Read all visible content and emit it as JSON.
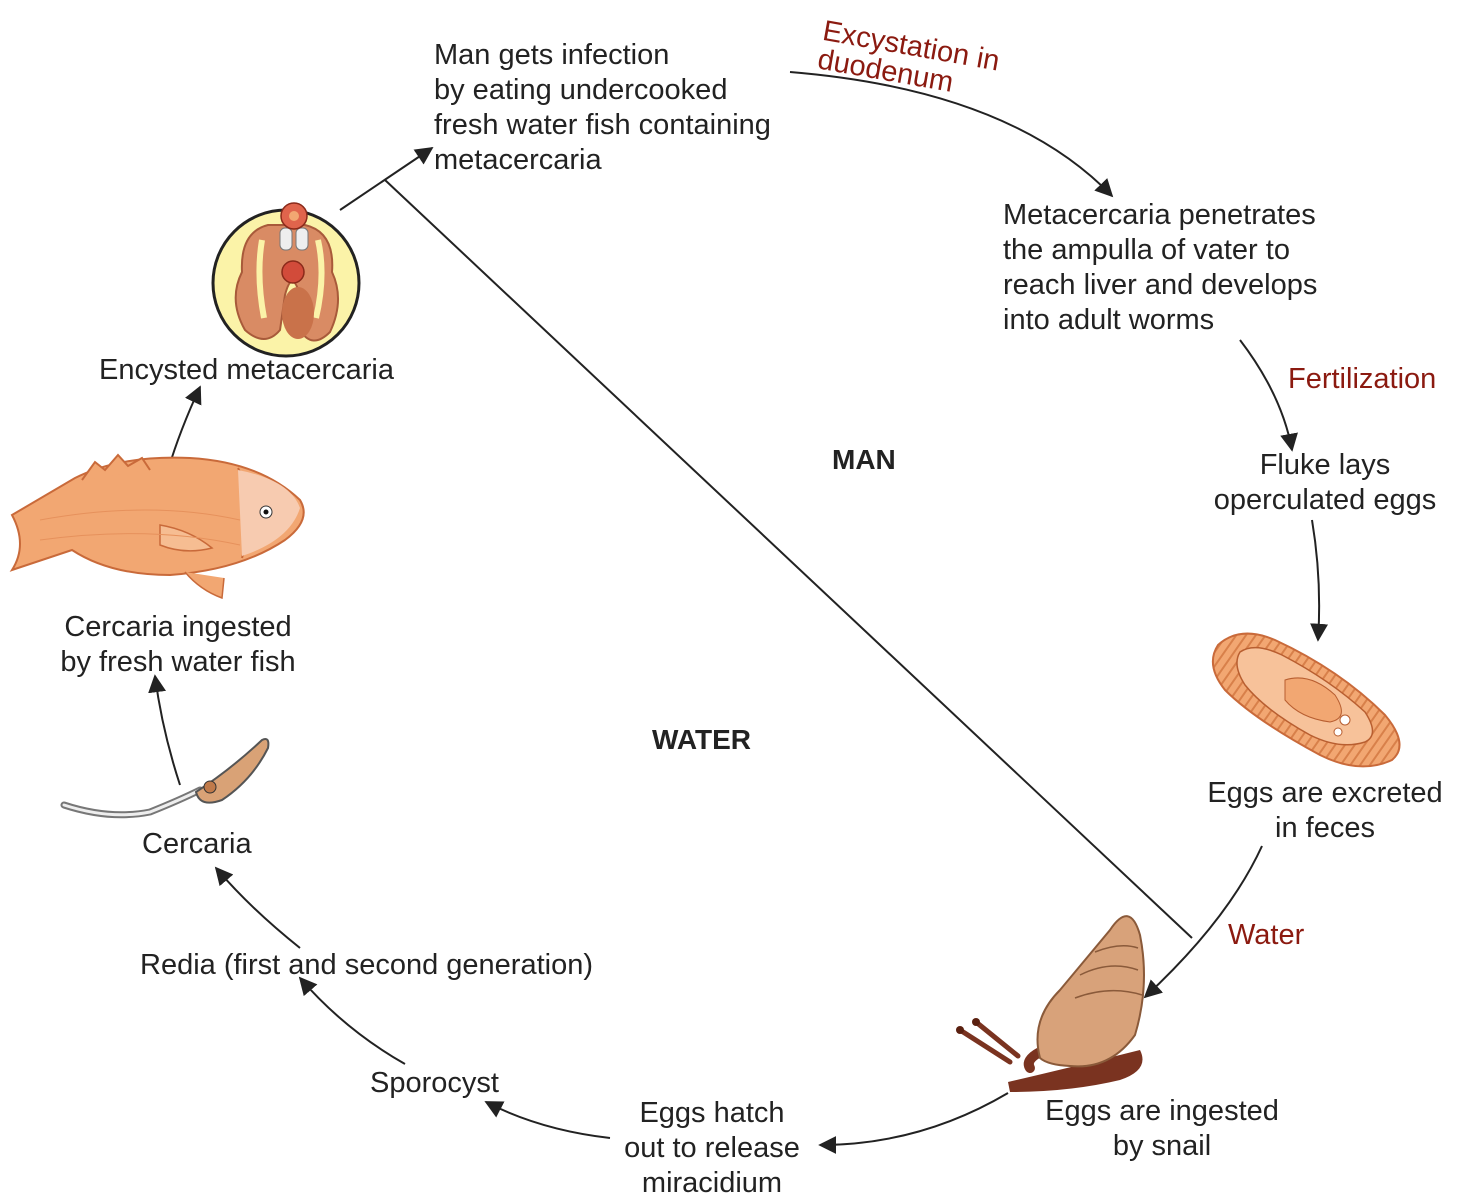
{
  "zones": {
    "man": "MAN",
    "water": "WATER"
  },
  "stages": {
    "infection": [
      "Man gets infection",
      "by eating undercooked",
      "fresh water fish containing",
      "metacercaria"
    ],
    "penetration": [
      "Metacercaria penetrates",
      "the ampulla of vater to",
      "reach liver and develops",
      "into adult worms"
    ],
    "eggs_laid": [
      "Fluke lays",
      "operculated eggs"
    ],
    "eggs_excreted": [
      "Eggs are excreted",
      "in feces"
    ],
    "eggs_ingested": [
      "Eggs are ingested",
      "by snail"
    ],
    "eggs_hatch": [
      "Eggs hatch",
      "out to release",
      "miracidium"
    ],
    "sporocyst": "Sporocyst",
    "redia": "Redia (first and second generation)",
    "cercaria": "Cercaria",
    "cercaria_fish": [
      "Cercaria ingested",
      "by fresh water fish"
    ],
    "encysted": "Encysted metacercaria"
  },
  "transitions": {
    "excystation": [
      "Excystation in",
      "duodenum"
    ],
    "fertilization": "Fertilization",
    "water": "Water"
  },
  "colors": {
    "arrow": "#222222",
    "transition_text": "#8b1a10",
    "organism_fill": "#f2a772",
    "organism_dark": "#c96a3a",
    "cyst_fill": "#fbf3a8",
    "snail_body": "#7a3320"
  },
  "icons": [
    "metacercaria-cyst-icon",
    "fish-icon",
    "cercaria-icon",
    "egg-icon",
    "snail-icon"
  ]
}
